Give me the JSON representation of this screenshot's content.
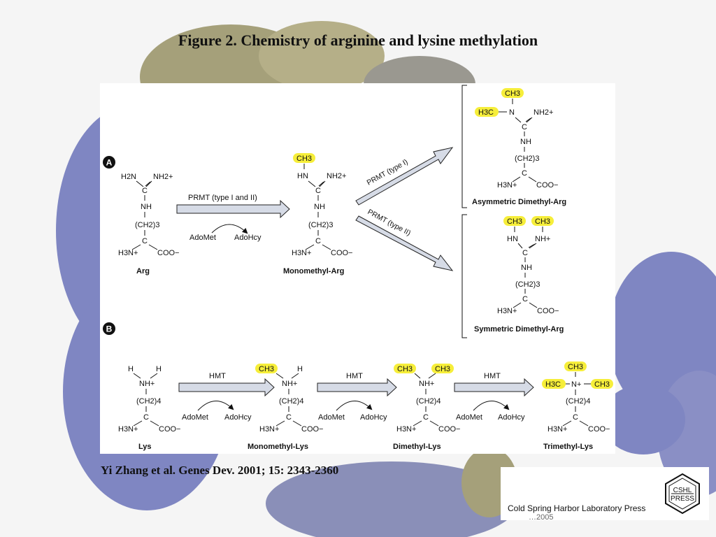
{
  "title": "Figure 2. Chemistry of arginine and lysine methylation",
  "citation": "Yi Zhang et al. Genes Dev. 2001; 15: 2343-2360",
  "publisher": "Cold Spring Harbor Laboratory Press",
  "publisher_seal": "CSHL PRESS",
  "partial_footer_text": "…2005",
  "colors": {
    "highlight": "#f6ee3a",
    "arrow_fill": "#d6dbe6",
    "arrow_stroke": "#222222",
    "blob_blue": "#7f86c2",
    "blob_olive": "#a5a07a"
  },
  "panel_a": {
    "label": "A",
    "arg": {
      "amine_left": "H2N",
      "amine_right": "NH2+",
      "carbon": "C",
      "nh": "NH",
      "chain": "(CH2)3",
      "alpha_c": "C",
      "amino": "H3N+",
      "carboxyl": "COO−",
      "name": "Arg"
    },
    "arrow1": {
      "enzyme": "PRMT (type I and II)",
      "donor": "AdoMet",
      "product": "AdoHcy"
    },
    "mono": {
      "ch3": "CH3",
      "hn": "HN",
      "nh2": "NH2+",
      "carbon": "C",
      "nh": "NH",
      "chain": "(CH2)3",
      "alpha_c": "C",
      "amino": "H3N+",
      "carboxyl": "COO−",
      "name": "Monomethyl-Arg"
    },
    "arrow_type1": "PRMT (type I)",
    "arrow_type2": "PRMT (type II)",
    "asym": {
      "ch3_top": "CH3",
      "h3c": "H3C",
      "n": "N",
      "nh2": "NH2+",
      "carbon": "C",
      "nh": "NH",
      "chain": "(CH2)3",
      "alpha_c": "C",
      "amino": "H3N+",
      "carboxyl": "COO−",
      "name": "Asymmetric Dimethyl-Arg"
    },
    "sym": {
      "ch3_left": "CH3",
      "ch3_right": "CH3",
      "hn": "HN",
      "nh": "NH+",
      "carbon": "C",
      "nh2": "NH",
      "chain": "(CH2)3",
      "alpha_c": "C",
      "amino": "H3N+",
      "carboxyl": "COO−",
      "name": "Symmetric Dimethyl-Arg"
    }
  },
  "panel_b": {
    "label": "B",
    "lys": {
      "h1": "H",
      "h2": "H",
      "nh": "NH+",
      "chain": "(CH2)4",
      "alpha_c": "C",
      "amino": "H3N+",
      "carboxyl": "COO−",
      "name": "Lys"
    },
    "mono": {
      "ch3": "CH3",
      "h": "H",
      "nh": "NH+",
      "chain": "(CH2)4",
      "alpha_c": "C",
      "amino": "H3N+",
      "carboxyl": "COO−",
      "name": "Monomethyl-Lys"
    },
    "di": {
      "ch3_left": "CH3",
      "ch3_right": "CH3",
      "nh": "NH+",
      "chain": "(CH2)4",
      "alpha_c": "C",
      "amino": "H3N+",
      "carboxyl": "COO−",
      "name": "Dimethyl-Lys"
    },
    "tri": {
      "ch3_top": "CH3",
      "h3c": "H3C",
      "n": "N+",
      "ch3_right": "CH3",
      "chain": "(CH2)4",
      "alpha_c": "C",
      "amino": "H3N+",
      "carboxyl": "COO−",
      "name": "Trimethyl-Lys"
    },
    "arrows": [
      {
        "enzyme": "HMT",
        "donor": "AdoMet",
        "product": "AdoHcy"
      },
      {
        "enzyme": "HMT",
        "donor": "AdoMet",
        "product": "AdoHcy"
      },
      {
        "enzyme": "HMT",
        "donor": "AdoMet",
        "product": "AdoHcy"
      }
    ]
  }
}
